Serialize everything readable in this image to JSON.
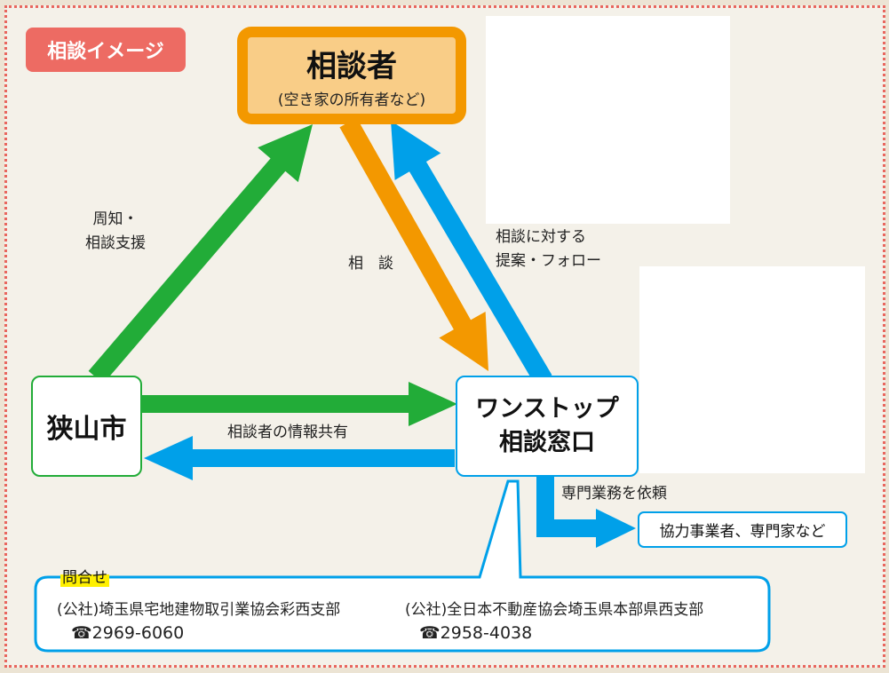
{
  "title_tag": "相談イメージ",
  "consultant": {
    "title": "相談者",
    "subtitle": "(空き家の所有者など)"
  },
  "city": {
    "label": "狭山市"
  },
  "onestop": {
    "line1": "ワンストップ",
    "line2": "相談窓口"
  },
  "partners": {
    "label": "協力事業者、専門家など"
  },
  "arrows": {
    "city_to_consultant": [
      "周知・",
      "相談支援"
    ],
    "consultant_to_onestop": "相　談",
    "onestop_to_consultant": [
      "相談に対する",
      "提案・フォロー"
    ],
    "onestop_to_city": "相談者の情報共有",
    "onestop_to_partners": "専門業務を依頼"
  },
  "contact": {
    "heading": "問合せ",
    "orgs": [
      {
        "name": "(公社)埼玉県宅地建物取引業協会彩西支部",
        "phone": "☎2969-6060"
      },
      {
        "name": "(公社)全日本不動産協会埼玉県本部県西支部",
        "phone": "☎2958-4038"
      }
    ]
  },
  "colors": {
    "green": "#22ac38",
    "orange": "#f39800",
    "blue": "#00a0e9",
    "tag": "#ed6b63"
  }
}
